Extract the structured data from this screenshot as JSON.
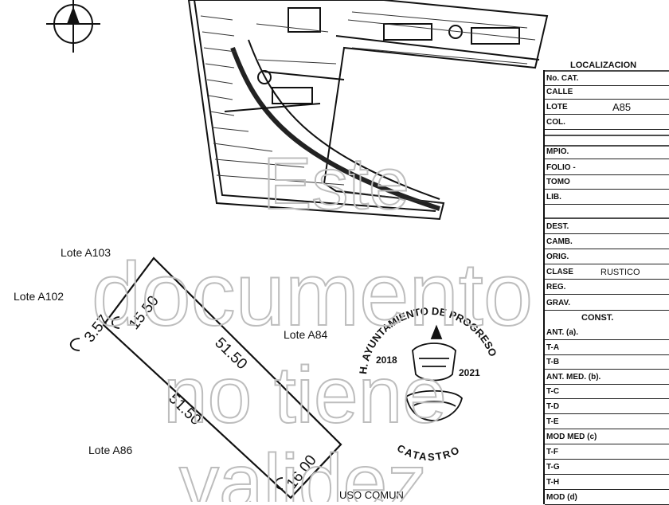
{
  "lots": {
    "a103": "Lote A103",
    "a102": "Lote A102",
    "a84": "Lote A84",
    "a86": "Lote A86",
    "uso_comun": "USO COMUN"
  },
  "dimensions": {
    "d1": "3.57",
    "d2": "15.50",
    "d3": "51.50",
    "d4": "51.50",
    "d5": "16.00"
  },
  "table": {
    "title": "LOCALIZACION",
    "rows": [
      {
        "key": "No. CAT.",
        "value": ""
      },
      {
        "key": "CALLE",
        "value": ""
      },
      {
        "key": "LOTE",
        "value": "A85"
      },
      {
        "key": "COL.",
        "value": ""
      },
      {
        "key": "MPIO.",
        "value": ""
      },
      {
        "key": "FOLIO -",
        "value": ""
      },
      {
        "key": "TOMO",
        "value": ""
      },
      {
        "key": "LIB.",
        "value": ""
      },
      {
        "key": "DEST.",
        "value": ""
      },
      {
        "key": "CAMB.",
        "value": ""
      },
      {
        "key": "ORIG.",
        "value": ""
      },
      {
        "key": "CLASE",
        "value": "RUSTICO"
      },
      {
        "key": "REG.",
        "value": ""
      },
      {
        "key": "GRAV.",
        "value": ""
      },
      {
        "key": "ANT. (a).",
        "value": ""
      },
      {
        "key": "T-A",
        "value": ""
      },
      {
        "key": "T-B",
        "value": ""
      },
      {
        "key": "ANT. MED. (b).",
        "value": ""
      },
      {
        "key": "T-C",
        "value": ""
      },
      {
        "key": "T-D",
        "value": ""
      },
      {
        "key": "T-E",
        "value": ""
      },
      {
        "key": "MOD MED (c)",
        "value": ""
      },
      {
        "key": "T-F",
        "value": ""
      },
      {
        "key": "T-G",
        "value": ""
      },
      {
        "key": "T-H",
        "value": ""
      },
      {
        "key": "MOD (d)",
        "value": ""
      }
    ],
    "const_label": "CONST."
  },
  "seal": {
    "top_text": "H. AYUNTAMIENTO DE PROGRESO",
    "year_left": "2018",
    "year_right": "2021",
    "bottom_text": "CATASTRO"
  },
  "watermark": {
    "line1": "Este",
    "line2": "documento",
    "line3": "no tiene",
    "line4": "validez"
  }
}
